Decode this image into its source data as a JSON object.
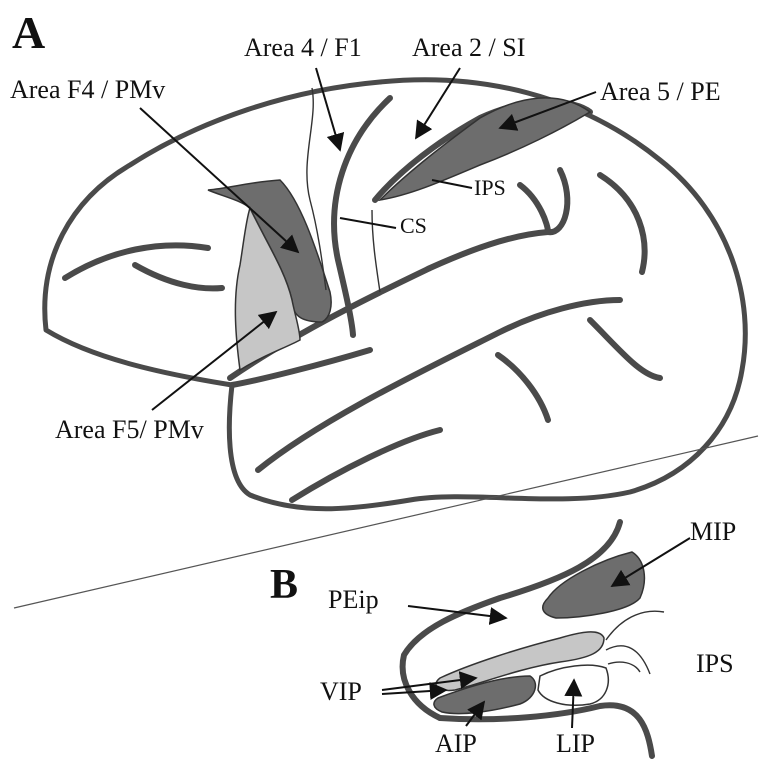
{
  "panels": {
    "a": "A",
    "b": "B"
  },
  "labels": {
    "area_f4": "Area F4 / PMv",
    "area_4": "Area 4 / F1",
    "area_2": "Area 2 / SI",
    "area_5": "Area 5 / PE",
    "ips_a": "IPS",
    "cs": "CS",
    "area_f5": "Area  F5/ PMv",
    "mip": "MIP",
    "peip": "PEip",
    "ips_b": "IPS",
    "vip": "VIP",
    "aip": "AIP",
    "lip": "LIP"
  },
  "colors": {
    "dark_area": "#6d6d6d",
    "light_area": "#c6c6c6",
    "sulcus_stroke": "#4a4a4a",
    "lip_fill": "#ffffff"
  }
}
